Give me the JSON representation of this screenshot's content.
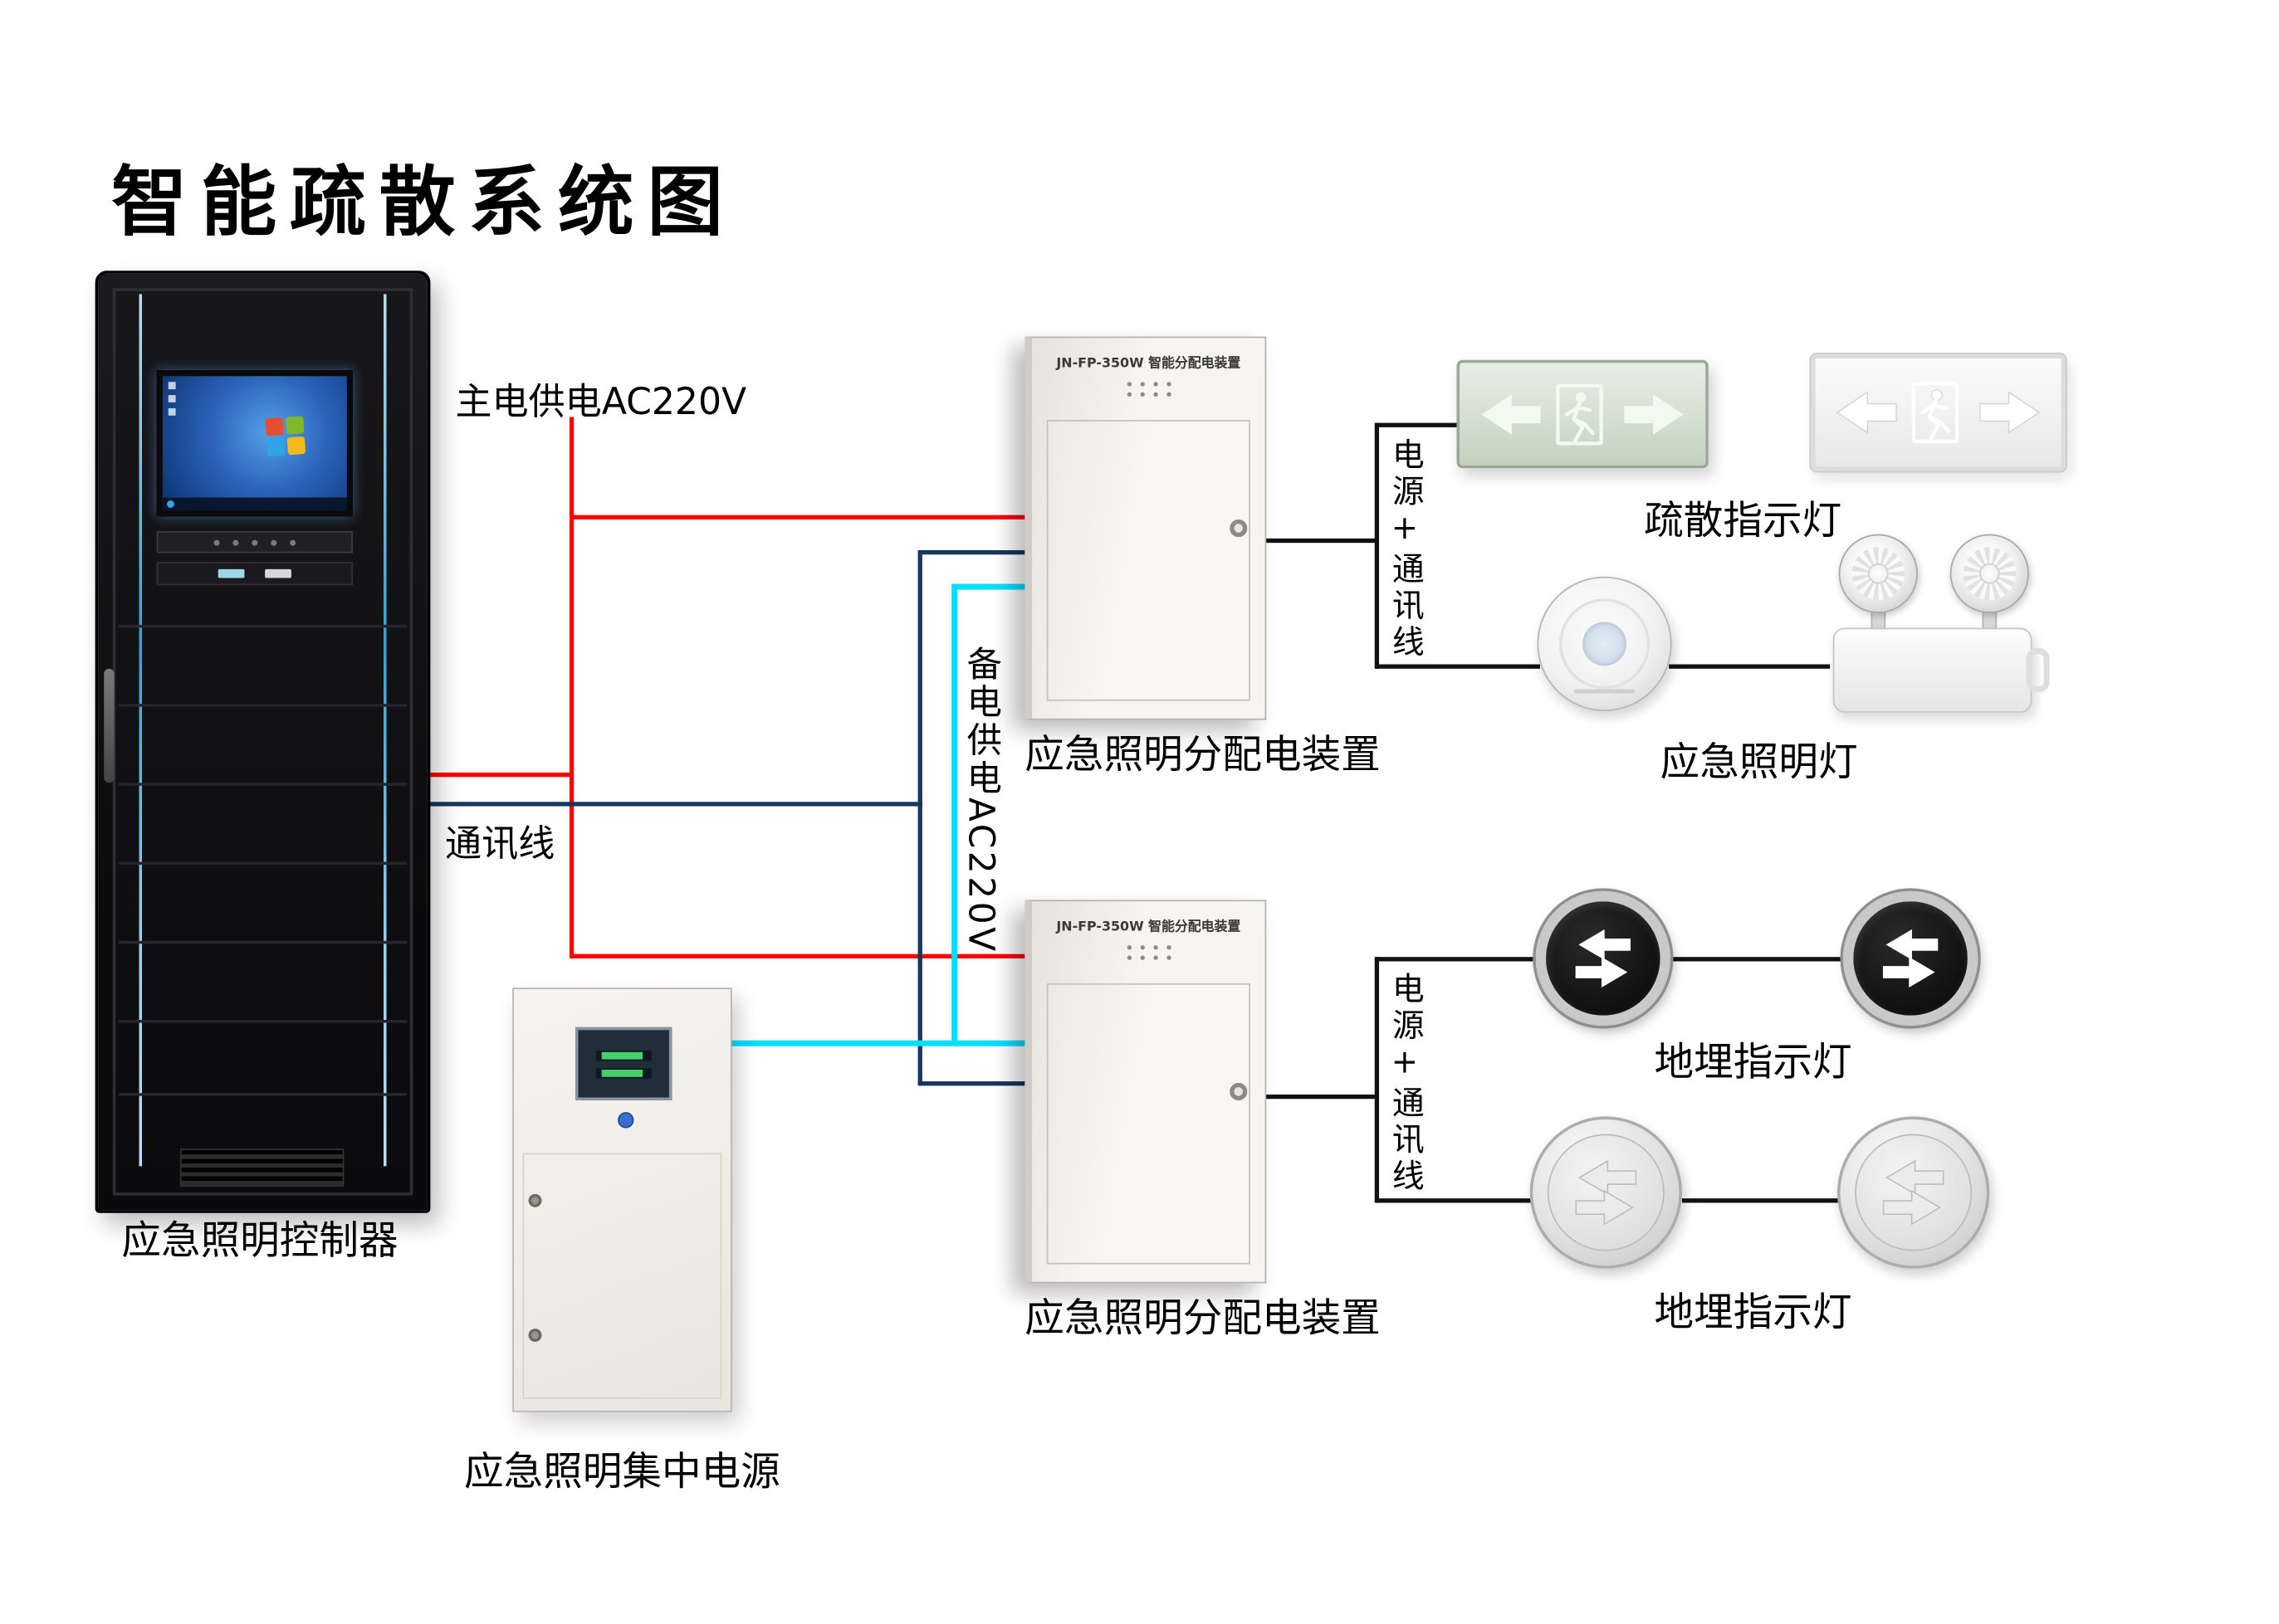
{
  "title": "智能疏散系统图",
  "rack": {
    "label": "应急照明控制器"
  },
  "central_power": {
    "label": "应急照明集中电源"
  },
  "distribution_box_1": {
    "panel_title": "JN-FP-350W 智能分配电装置",
    "label": "应急照明分配电装置"
  },
  "distribution_box_2": {
    "panel_title": "JN-FP-350W 智能分配电装置",
    "label": "应急照明分配电装置"
  },
  "wires": {
    "main_power_label": "主电供电AC220V",
    "comm_label": "通讯线",
    "backup_power_label": "备电供电AC220V",
    "branch_label_1": "电源+通讯线",
    "branch_label_2": "电源+通讯线",
    "colors": {
      "main_power": "#ff0000",
      "communication": "#17375e",
      "backup_power": "#00dfff",
      "branch": "#111111"
    }
  },
  "fixtures": {
    "exit_sign_label": "疏散指示灯",
    "emergency_light_label": "应急照明灯",
    "ground_light_label_1": "地埋指示灯",
    "ground_light_label_2": "地埋指示灯"
  },
  "icons": {
    "exit_pictogram": "running-man-with-arrows",
    "ground_light_icon": "double-direction-arrows",
    "windows_logo": "windows-flag"
  }
}
